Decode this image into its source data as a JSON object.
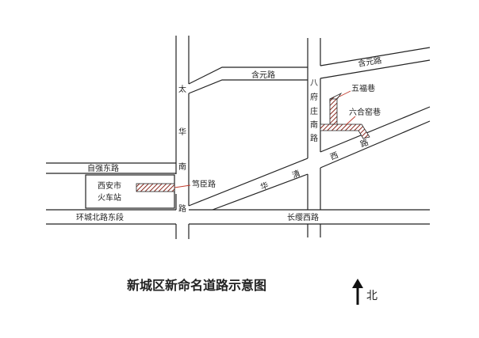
{
  "title": "新城区新命名道路示意图",
  "north": "北",
  "roads": {
    "hanyuan_lu_middle": "含元路",
    "hanyuan_lu_right": "含元路",
    "tai": "太",
    "hua": "华",
    "nan": "南",
    "lu": "路",
    "ziqiang_dong_lu": "自强东路",
    "huancheng_bei_lu": "环城北路东段",
    "changying_xi_lu": "长缨西路",
    "huaqing_hua": "华",
    "huaqing_qing": "清",
    "xi": "西",
    "xi_lu": "路",
    "bafu_ba": "八",
    "bafu_fu": "府",
    "bafu_zhuang": "庄",
    "bafu_nan": "南",
    "bafu_lu": "路"
  },
  "station": {
    "line1": "西安市",
    "line2": "火车站"
  },
  "new_roads": {
    "duchen_lu": "笃臣路",
    "wufu_xiang": "五福巷",
    "liuheyao_xiang": "六合窑巷"
  },
  "colors": {
    "road_line": "#222222",
    "highlight": "#c0392b",
    "background": "#ffffff"
  }
}
